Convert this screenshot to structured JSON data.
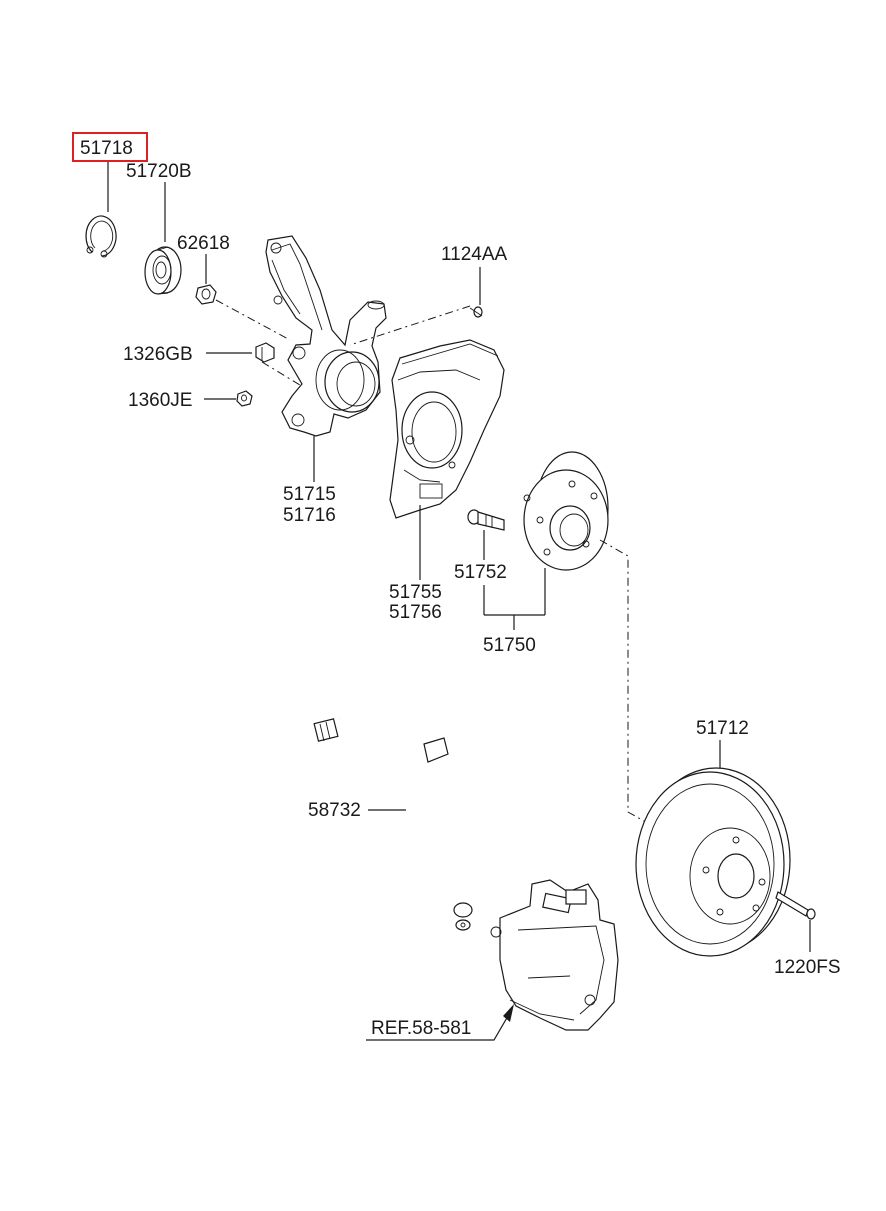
{
  "diagram": {
    "highlight_color": "#e02020",
    "labels": {
      "snap_ring": "51718",
      "bearing": "51720B",
      "nut_hub": "62618",
      "knuckle_bolt": "1326GB",
      "knuckle_nut": "1360JE",
      "knuckle": "51715",
      "knuckle_2": "51716",
      "screw": "1124AA",
      "dust_cover": "51755",
      "dust_cover_2": "51756",
      "hub_bolt": "51752",
      "hub_assy": "51750",
      "disc": "51712",
      "disc_screw": "1220FS",
      "brake_hose": "58732",
      "caliper_ref": "REF.58-581"
    }
  }
}
